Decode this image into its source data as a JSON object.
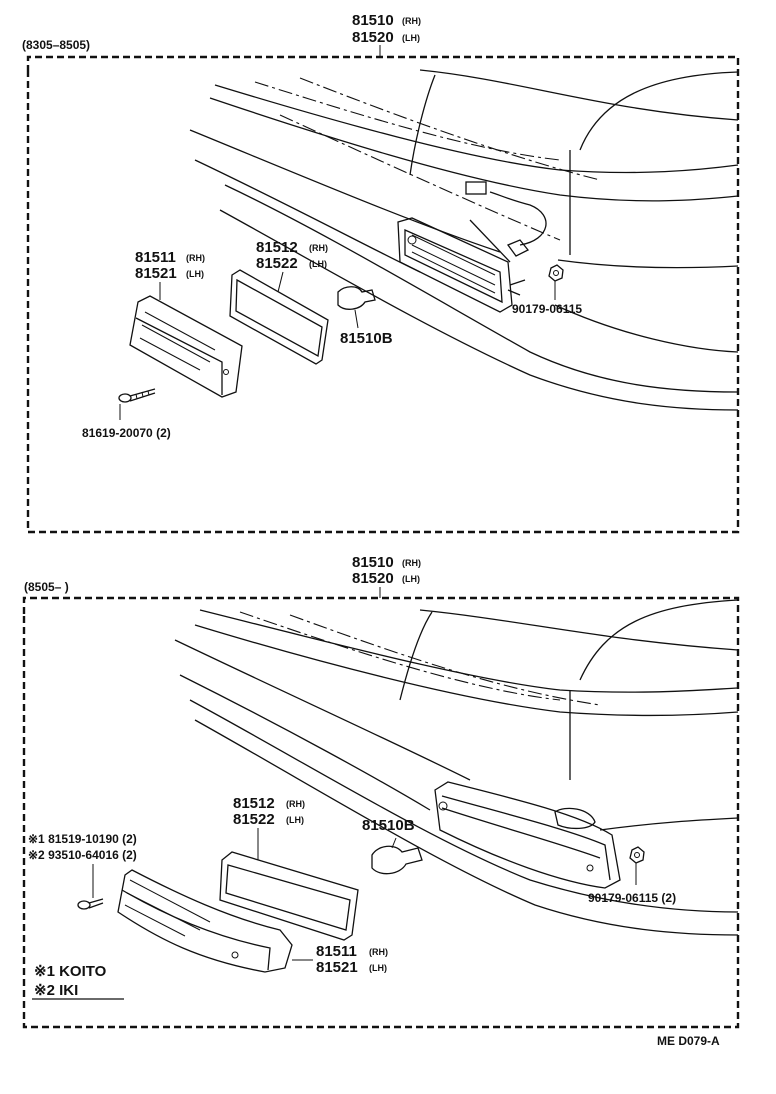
{
  "top": {
    "date_range": "(8305–8505)",
    "assembly": {
      "rh": "81510",
      "rh_tag": "(RH)",
      "lh": "81520",
      "lh_tag": "(LH)"
    },
    "lens": {
      "rh": "81511",
      "rh_tag": "(RH)",
      "lh": "81521",
      "lh_tag": "(LH)"
    },
    "gasket": {
      "rh": "81512",
      "rh_tag": "(RH)",
      "lh": "81522",
      "lh_tag": "(LH)"
    },
    "bulb": "81510B",
    "nut": "90179-06115",
    "screw": "81619-20070 (2)"
  },
  "bottom": {
    "date_range": "(8505–        )",
    "assembly": {
      "rh": "81510",
      "rh_tag": "(RH)",
      "lh": "81520",
      "lh_tag": "(LH)"
    },
    "gasket": {
      "rh": "81512",
      "rh_tag": "(RH)",
      "lh": "81522",
      "lh_tag": "(LH)"
    },
    "bulb": "81510B",
    "screw_1": "※1 81519-10190 (2)",
    "screw_2": "※2 93510-64016 (2)",
    "lens": {
      "rh": "81511",
      "rh_tag": "(RH)",
      "lh": "81521",
      "lh_tag": "(LH)"
    },
    "nut": "90179-06115 (2)",
    "legend_1": "※1 KOITO",
    "legend_2": "※2 IKI"
  },
  "footer": {
    "code": "ME  D079-A"
  }
}
